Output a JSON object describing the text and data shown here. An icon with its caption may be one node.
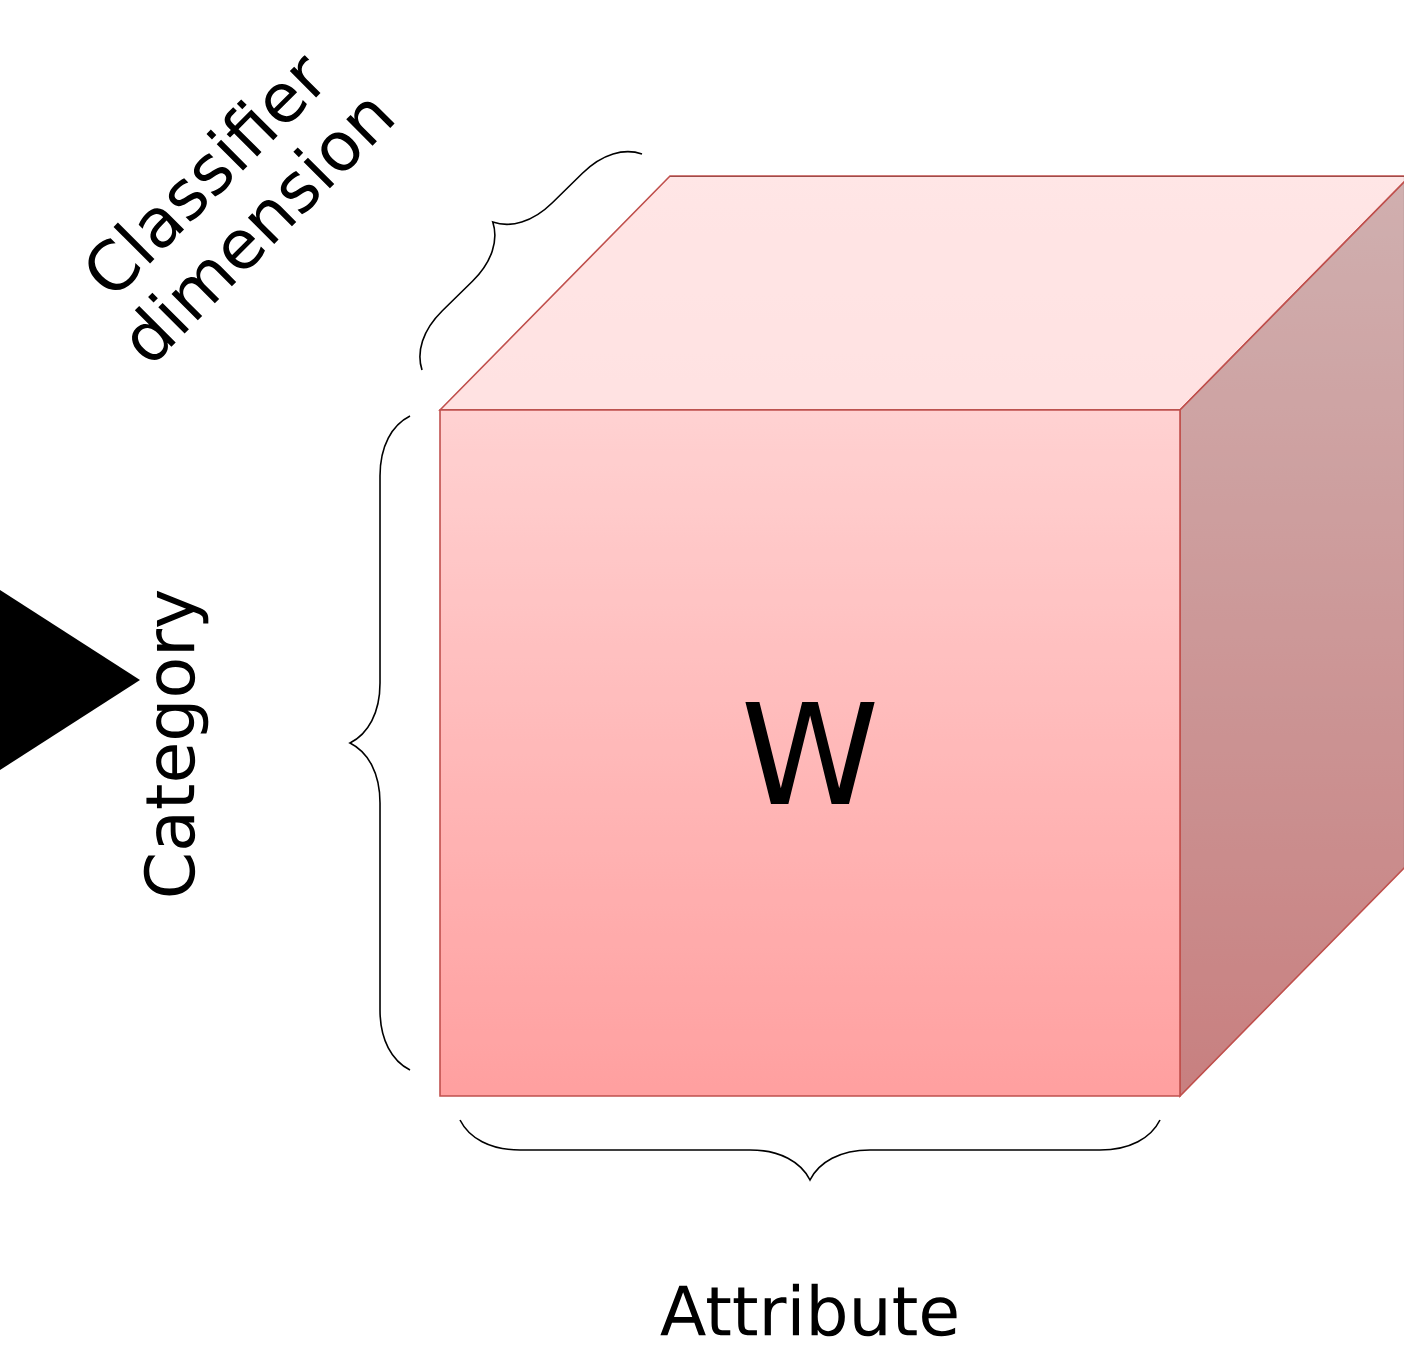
{
  "diagram": {
    "nodes": [
      {
        "text": [
          "W"
        ]
      }
    ],
    "edges": [],
    "labels": [
      "Classifier dimension",
      "Category",
      "Attribute"
    ]
  }
}
